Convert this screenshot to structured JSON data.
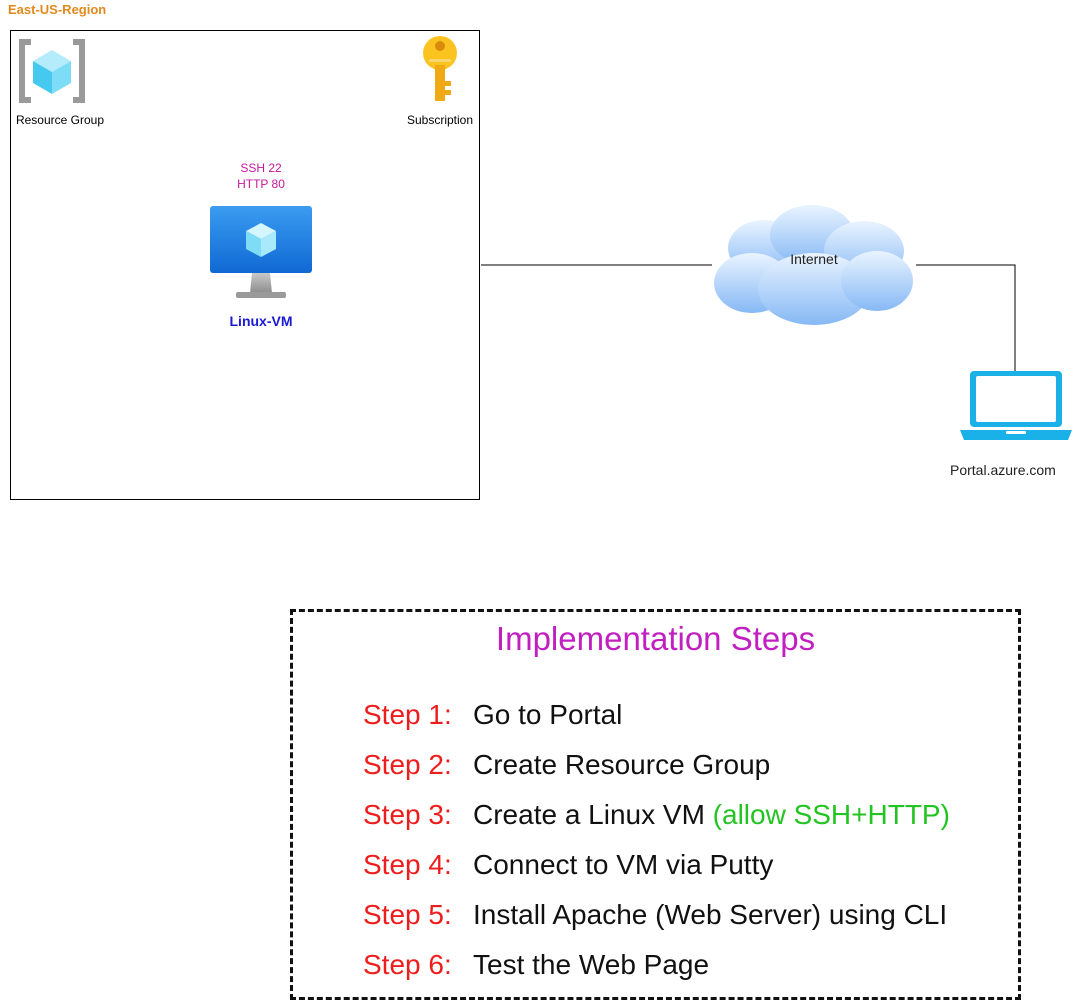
{
  "region": {
    "label": "East-US-Region",
    "resource_group_label": "Resource Group",
    "subscription_label": "Subscription"
  },
  "vm": {
    "ports": [
      "SSH 22",
      "HTTP 80"
    ],
    "label": "Linux-VM"
  },
  "internet": {
    "label": "Internet"
  },
  "client": {
    "label": "Portal.azure.com"
  },
  "steps_panel": {
    "title": "Implementation Steps",
    "steps": [
      {
        "num": "Step 1:",
        "text": "Go to Portal",
        "extra": ""
      },
      {
        "num": "Step 2:",
        "text": "Create Resource Group",
        "extra": ""
      },
      {
        "num": "Step 3:",
        "text": "Create a Linux VM ",
        "extra": "(allow SSH+HTTP)"
      },
      {
        "num": "Step 4:",
        "text": "Connect to VM via Putty",
        "extra": ""
      },
      {
        "num": "Step 5:",
        "text": "Install Apache (Web Server) using CLI",
        "extra": ""
      },
      {
        "num": "Step 6:",
        "text": "Test the Web Page",
        "extra": ""
      }
    ]
  },
  "colors": {
    "region_label": "#e08a1c",
    "port_label": "#c2189a",
    "vm_label": "#1a1ad6",
    "steps_title": "#c21fc2",
    "step_number": "#ee1d1d",
    "step_extra": "#22c422",
    "laptop": "#1ab0e8",
    "cloud": "#9cc8fa"
  },
  "icons": {
    "resource_group": "resource-group-icon",
    "subscription": "key-icon",
    "vm": "virtual-machine-icon",
    "internet": "cloud-icon",
    "client": "laptop-icon"
  }
}
